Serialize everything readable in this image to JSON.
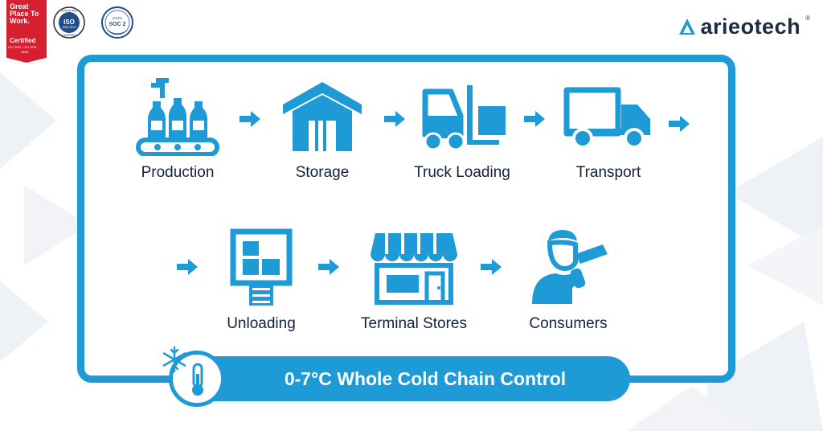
{
  "badges": {
    "gptw": {
      "line1": "Great Place To Work.",
      "line2": "Certified",
      "line3": "OCT 2024 - OCT 2025",
      "line4": "INDIA"
    },
    "iso": {
      "top": "CERTIFIED",
      "main": "ISO",
      "sub": "9001:2015",
      "bottom": "COMPANY"
    },
    "soc": {
      "top": "AICPA",
      "main": "SOC 2"
    }
  },
  "brand": {
    "name": "arieotech",
    "reg": "®"
  },
  "colors": {
    "accent": "#1e9ad6",
    "text": "#14213d",
    "brand": "#1f2a44"
  },
  "steps": [
    {
      "label": "Production",
      "icon": "factory-bottles-icon"
    },
    {
      "label": "Storage",
      "icon": "warehouse-icon"
    },
    {
      "label": "Truck Loading",
      "icon": "forklift-icon"
    },
    {
      "label": "Transport",
      "icon": "truck-icon"
    },
    {
      "label": "Unloading",
      "icon": "unloading-container-icon"
    },
    {
      "label": "Terminal Stores",
      "icon": "storefront-icon"
    },
    {
      "label": "Consumers",
      "icon": "person-drinking-icon"
    }
  ],
  "banner": {
    "text": "0-7°C Whole Cold Chain Control",
    "icon": "thermometer-snowflake-icon"
  }
}
